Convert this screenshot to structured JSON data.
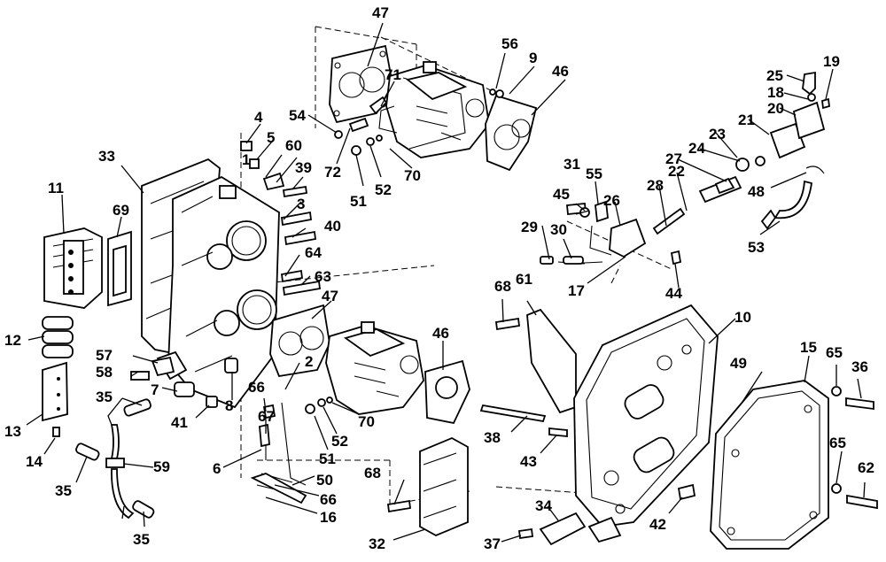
{
  "diagram": {
    "callouts": [
      "1",
      "3",
      "4",
      "5",
      "6",
      "7",
      "8",
      "9",
      "10",
      "11",
      "12",
      "13",
      "14",
      "15",
      "16",
      "17",
      "18",
      "19",
      "20",
      "21",
      "22",
      "23",
      "24",
      "25",
      "26",
      "27",
      "28",
      "29",
      "30",
      "31",
      "32",
      "33",
      "34",
      "35",
      "35",
      "35",
      "36",
      "37",
      "38",
      "39",
      "40",
      "41",
      "42",
      "43",
      "44",
      "45",
      "46",
      "46",
      "47",
      "47",
      "48",
      "49",
      "50",
      "51",
      "51",
      "52",
      "52",
      "53",
      "54",
      "55",
      "56",
      "57",
      "58",
      "59",
      "60",
      "61",
      "62",
      "63",
      "64",
      "65",
      "65",
      "66",
      "66",
      "67",
      "68",
      "68",
      "69",
      "70",
      "70",
      "71",
      "72",
      "2"
    ]
  }
}
